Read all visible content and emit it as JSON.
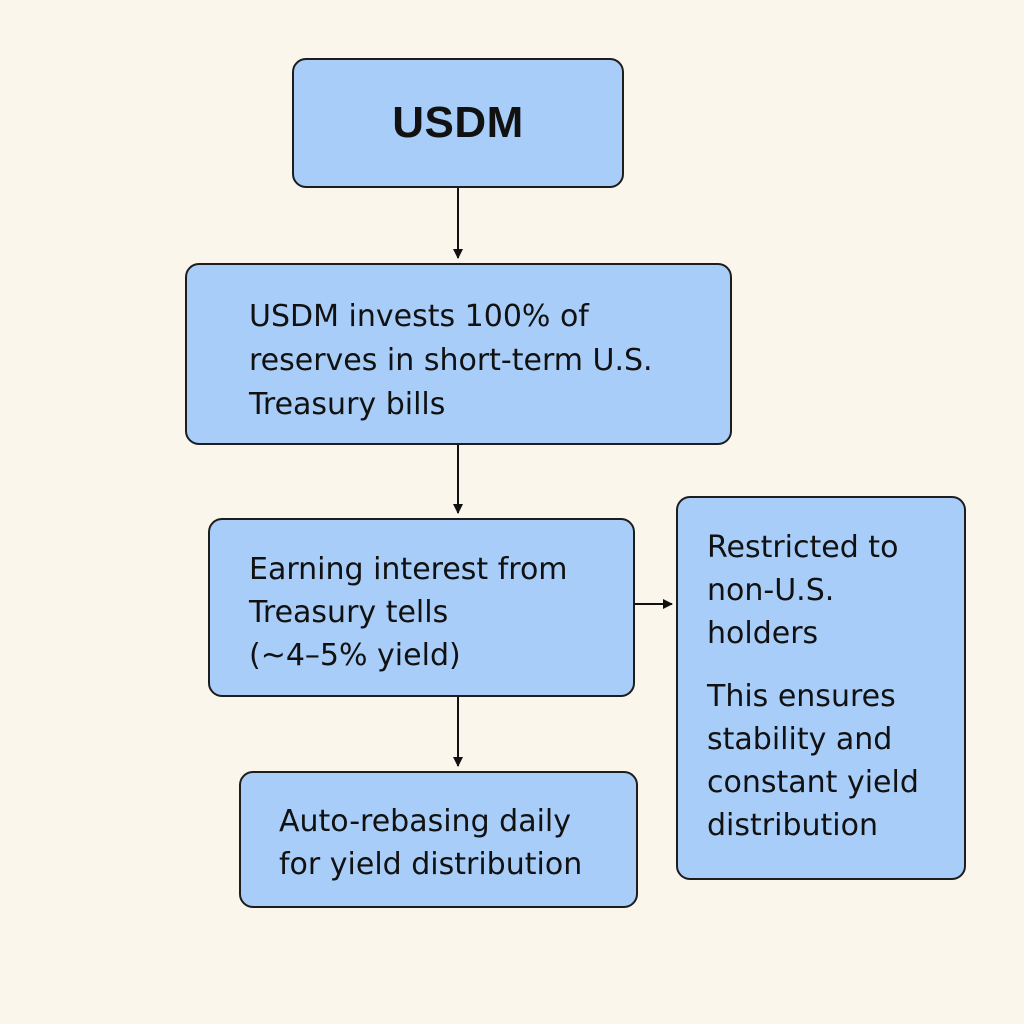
{
  "nodes": {
    "usdm": {
      "label": "USDM"
    },
    "invests": {
      "lines": [
        "USDM invests 100% of",
        "reserves in short-term U.S.",
        "Treasury bills"
      ]
    },
    "earning": {
      "lines": [
        "Earning interest from",
        "Treasury tells",
        "(~4–5% yield)"
      ]
    },
    "rebasing": {
      "lines": [
        "Auto-rebasing daily",
        "for yield distribution"
      ]
    },
    "restricted": {
      "para1": [
        "Restricted to",
        "non-U.S.",
        "holders"
      ],
      "para2": [
        "This ensures",
        "stability and",
        "constant yield",
        "distribution"
      ]
    }
  },
  "colors": {
    "background": "#fbf6ec",
    "box_fill": "#a8cdf8",
    "box_border": "#1d1d1d",
    "arrow": "#111111"
  }
}
